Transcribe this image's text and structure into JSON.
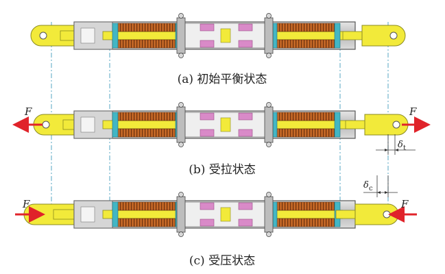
{
  "captions": {
    "a": "(a) 初始平衡状态",
    "b": "(b) 受拉状态",
    "c": "(c) 受压状态"
  },
  "force_label": "F",
  "delta_t": {
    "symbol": "δ",
    "sub": "t"
  },
  "delta_c": {
    "symbol": "δ",
    "sub": "c"
  },
  "colors": {
    "rod": "#f2ea3a",
    "rod_edge": "#8a8a20",
    "housing": "#c9c9c9",
    "housing_edge": "#555555",
    "spring": "#c8641e",
    "spring_bg": "#7a3a12",
    "elastomer": "#d98ac8",
    "seal": "#43b6c4",
    "arrow": "#e0232a",
    "guide": "#2a8fb5"
  }
}
